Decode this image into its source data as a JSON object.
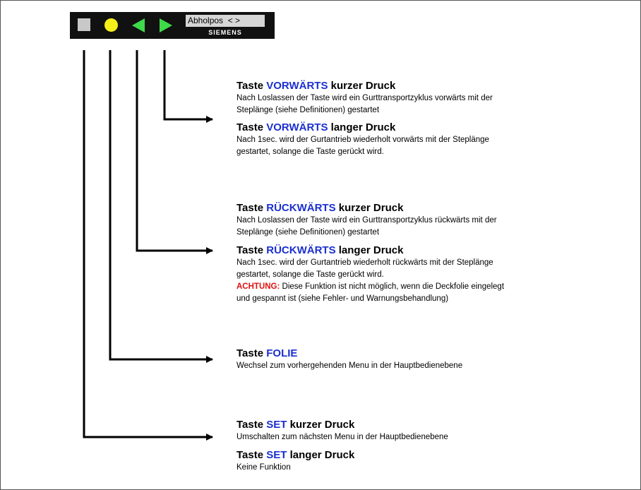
{
  "panel": {
    "display_text": "Abholpos  < >",
    "brand": "SIEMENS",
    "colors": {
      "panel": "#111111",
      "set": "#c8c8c8",
      "folie": "#f7ee1a",
      "arrows": "#3fd94a",
      "display": "#d6d6d6"
    }
  },
  "fwd": {
    "short": {
      "prefix": "Taste ",
      "keyword": "VORWÄRTS",
      "suffix": " kurzer Druck",
      "lines": [
        "Nach Loslassen der Taste wird ein Gurttransportzyklus vorwärts mit der",
        "Steplänge (siehe Definitionen) gestartet"
      ]
    },
    "long": {
      "prefix": "Taste ",
      "keyword": "VORWÄRTS",
      "suffix": " langer Druck",
      "lines": [
        "Nach 1sec. wird der Gurtantrieb wiederholt vorwärts mit der Steplänge",
        "gestartet, solange die Taste gerückt wird."
      ]
    }
  },
  "back": {
    "short": {
      "prefix": "Taste ",
      "keyword": "RÜCKWÄRTS",
      "suffix": " kurzer Druck",
      "lines": [
        "Nach Loslassen der Taste wird ein Gurttransportzyklus rückwärts mit der",
        "Steplänge (siehe Definitionen) gestartet"
      ]
    },
    "long": {
      "prefix": "Taste ",
      "keyword": "RÜCKWÄRTS",
      "suffix": " langer Druck",
      "lines": [
        "Nach 1sec. wird der Gurtantrieb wiederholt rückwärts mit der Steplänge",
        "gestartet, solange die Taste gerückt wird."
      ],
      "warning_label": "ACHTUNG:",
      "warning_first": " Diese Funktion ist nicht möglich, wenn die Deckfolie eingelegt",
      "warning_second": "und gespannt ist (siehe Fehler- und Warnungsbehandlung)"
    }
  },
  "folie": {
    "prefix": "Taste ",
    "keyword": "FOLIE",
    "lines": [
      "Wechsel zum vorhergehenden Menu in der Hauptbedienebene"
    ]
  },
  "set": {
    "short": {
      "prefix": "Taste ",
      "keyword": "SET",
      "suffix": " kurzer Druck",
      "lines": [
        "Umschalten zum nächsten Menu in der Hauptbedienebene"
      ]
    },
    "long": {
      "prefix": "Taste ",
      "keyword": "SET",
      "suffix": " langer Druck",
      "lines": [
        "Keine Funktion"
      ]
    }
  }
}
